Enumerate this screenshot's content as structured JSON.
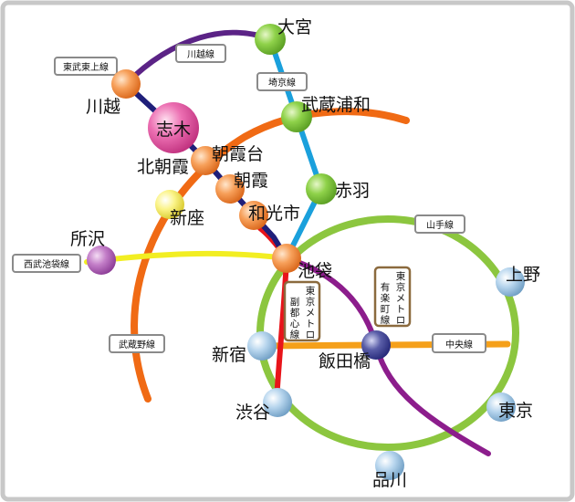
{
  "colors": {
    "kawagoe": "#5b2386",
    "tobu_tojo": "#1f1f7a",
    "saikyo": "#1aa0dc",
    "musashino": "#f06a14",
    "seibu_ikebukuro": "#f2ee22",
    "yamanote": "#8cc63f",
    "chuo": "#f5a01a",
    "fukutoshin": "#e8141a",
    "yurakucho": "#8c1d8c"
  },
  "stations": {
    "omiya": "大宮",
    "musashi_urawa": "武蔵浦和",
    "kawagoe": "川越",
    "shiki": "志木",
    "asakadai": "朝霞台",
    "kita_asaka": "北朝霞",
    "asaka": "朝霞",
    "akabane": "赤羽",
    "niiza": "新座",
    "wakoshi": "和光市",
    "tokorozawa": "所沢",
    "ikebukuro": "池袋",
    "ueno": "上野",
    "shinjuku": "新宿",
    "iidabashi": "飯田橋",
    "shibuya": "渋谷",
    "tokyo": "東京",
    "shinagawa": "品川"
  },
  "lines": {
    "kawagoe_line": "川越線",
    "tobu_tojo_line": "東武東上線",
    "saikyo_line": "埼京線",
    "yamanote_line": "山手線",
    "seibu_ikebukuro_line": "西武池袋線",
    "musashino_line": "武蔵野線",
    "chuo_line": "中央線",
    "fukutoshin_line": [
      "東",
      "京",
      "メ",
      "ト",
      "ロ"
    ],
    "fukutoshin_line_sub": [
      "副",
      "都",
      "心",
      "線"
    ],
    "yurakucho_line": [
      "東",
      "京",
      "メ",
      "ト",
      "ロ"
    ],
    "yurakucho_line_sub": [
      "有",
      "楽",
      "町",
      "線"
    ]
  }
}
